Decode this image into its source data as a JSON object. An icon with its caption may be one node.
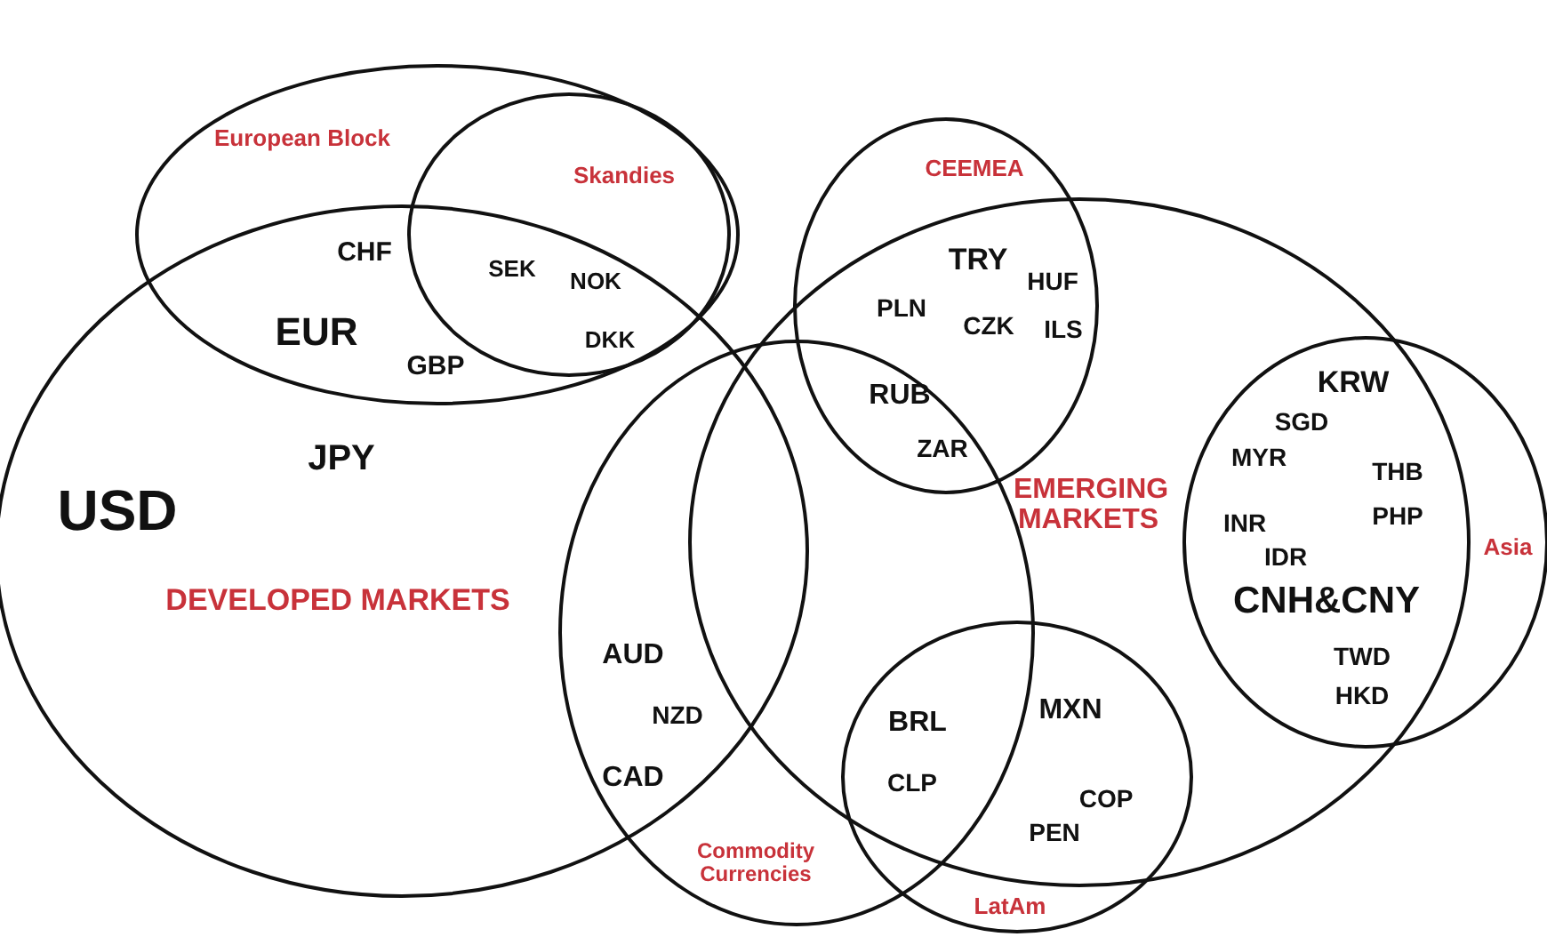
{
  "diagram": {
    "nodes": [
      {
        "text": [
          "European Block"
        ]
      },
      {
        "text": [
          "Skandies"
        ],
        "in": 0
      },
      {
        "text": [
          "DEVELOPED MARKETS"
        ]
      },
      {
        "text": [
          "CEEMEA"
        ]
      },
      {
        "text": [
          "EMERGING MARKETS"
        ]
      },
      {
        "text": [
          "Commodity Currencies"
        ]
      },
      {
        "text": [
          "LatAm"
        ]
      },
      {
        "text": [
          "Asia"
        ]
      }
    ],
    "edges": [],
    "labels": [
      "CHF",
      "SEK",
      "NOK",
      "EUR",
      "DKK",
      "GBP",
      "JPY",
      "USD",
      "TRY",
      "HUF",
      "PLN",
      "CZK",
      "ILS",
      "RUB",
      "ZAR",
      "KRW",
      "SGD",
      "MYR",
      "THB",
      "INR",
      "PHP",
      "IDR",
      "CNH&CNY",
      "TWD",
      "HKD",
      "AUD",
      "NZD",
      "CAD",
      "BRL",
      "MXN",
      "CLP",
      "COP",
      "PEN"
    ]
  }
}
